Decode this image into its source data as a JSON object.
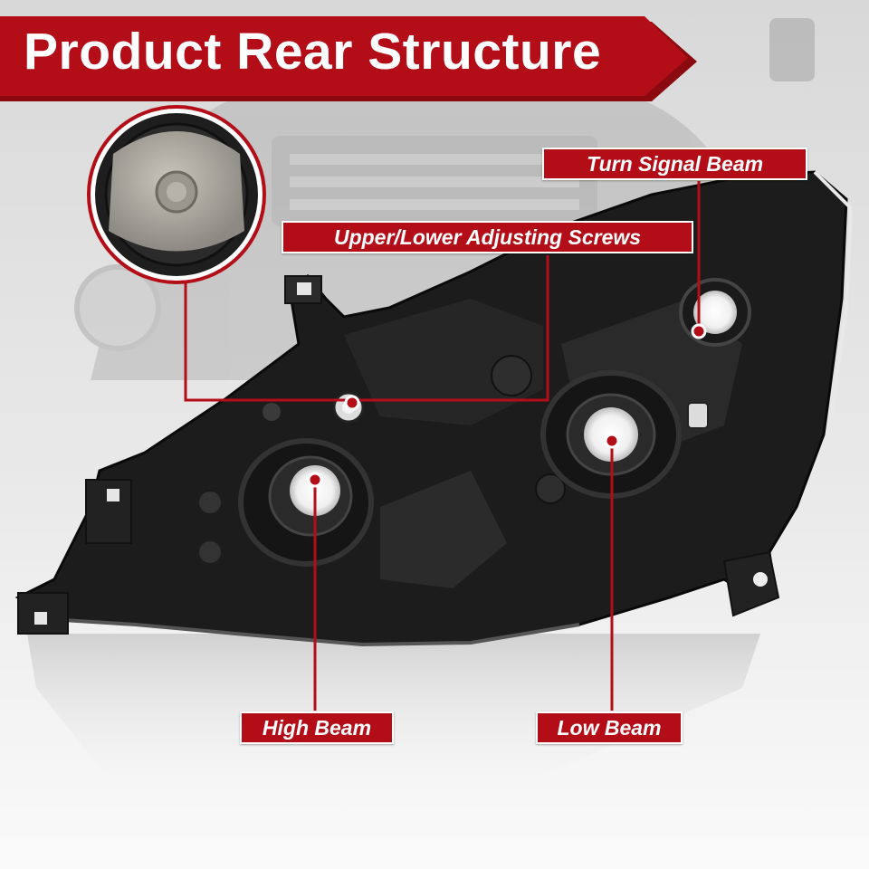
{
  "title": "Product Rear Structure",
  "labels": {
    "turn_signal": "Turn Signal Beam",
    "adjusting_screws": "Upper/Lower Adjusting Screws",
    "high_beam": "High Beam",
    "low_beam": "Low Beam"
  },
  "colors": {
    "accent": "#b30d18",
    "housing": "#1c1c1c",
    "background": "#f2f2f2"
  }
}
